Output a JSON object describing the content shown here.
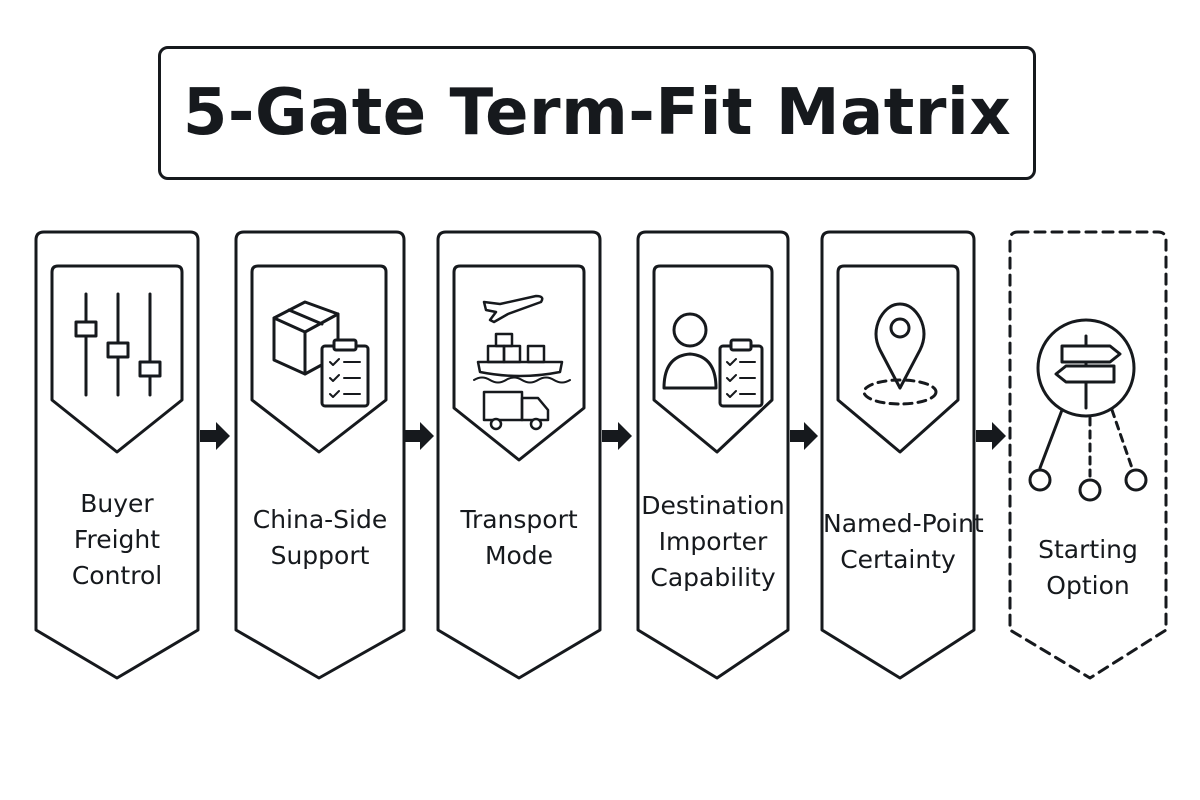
{
  "title": "5-Gate Term-Fit Matrix",
  "gates": [
    {
      "lines": [
        "Buyer",
        "Freight",
        "Control"
      ],
      "icon": "sliders-icon"
    },
    {
      "lines": [
        "China-Side",
        "Support"
      ],
      "icon": "box-checklist-icon"
    },
    {
      "lines": [
        "Transport",
        "Mode"
      ],
      "icon": "transport-modes-icon"
    },
    {
      "lines": [
        "Destination",
        "Importer",
        "Capability"
      ],
      "icon": "person-checklist-icon"
    },
    {
      "lines": [
        "Named-Point",
        "Certainty"
      ],
      "icon": "location-pin-icon"
    }
  ],
  "result": {
    "lines": [
      "Starting",
      "Option"
    ],
    "icon": "signpost-icon"
  },
  "colors": {
    "stroke": "#16191d",
    "background": "#ffffff"
  }
}
